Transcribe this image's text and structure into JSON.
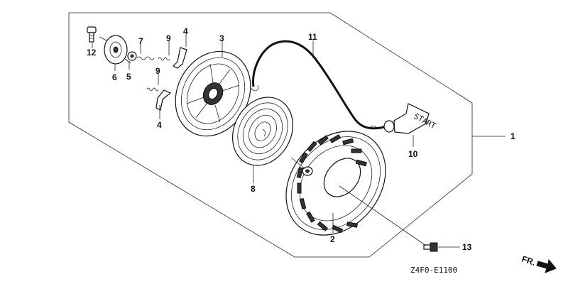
{
  "diagram": {
    "callouts": {
      "c1": "1",
      "c2": "2",
      "c3": "3",
      "c4a": "4",
      "c4b": "4",
      "c5": "5",
      "c6": "6",
      "c7": "7",
      "c8": "8",
      "c9a": "9",
      "c9b": "9",
      "c10": "10",
      "c11": "11",
      "c12": "12",
      "c13": "13"
    },
    "grip_text": "START",
    "direction_label": "FR.",
    "drawing_code": "Z4F0-E1100"
  }
}
